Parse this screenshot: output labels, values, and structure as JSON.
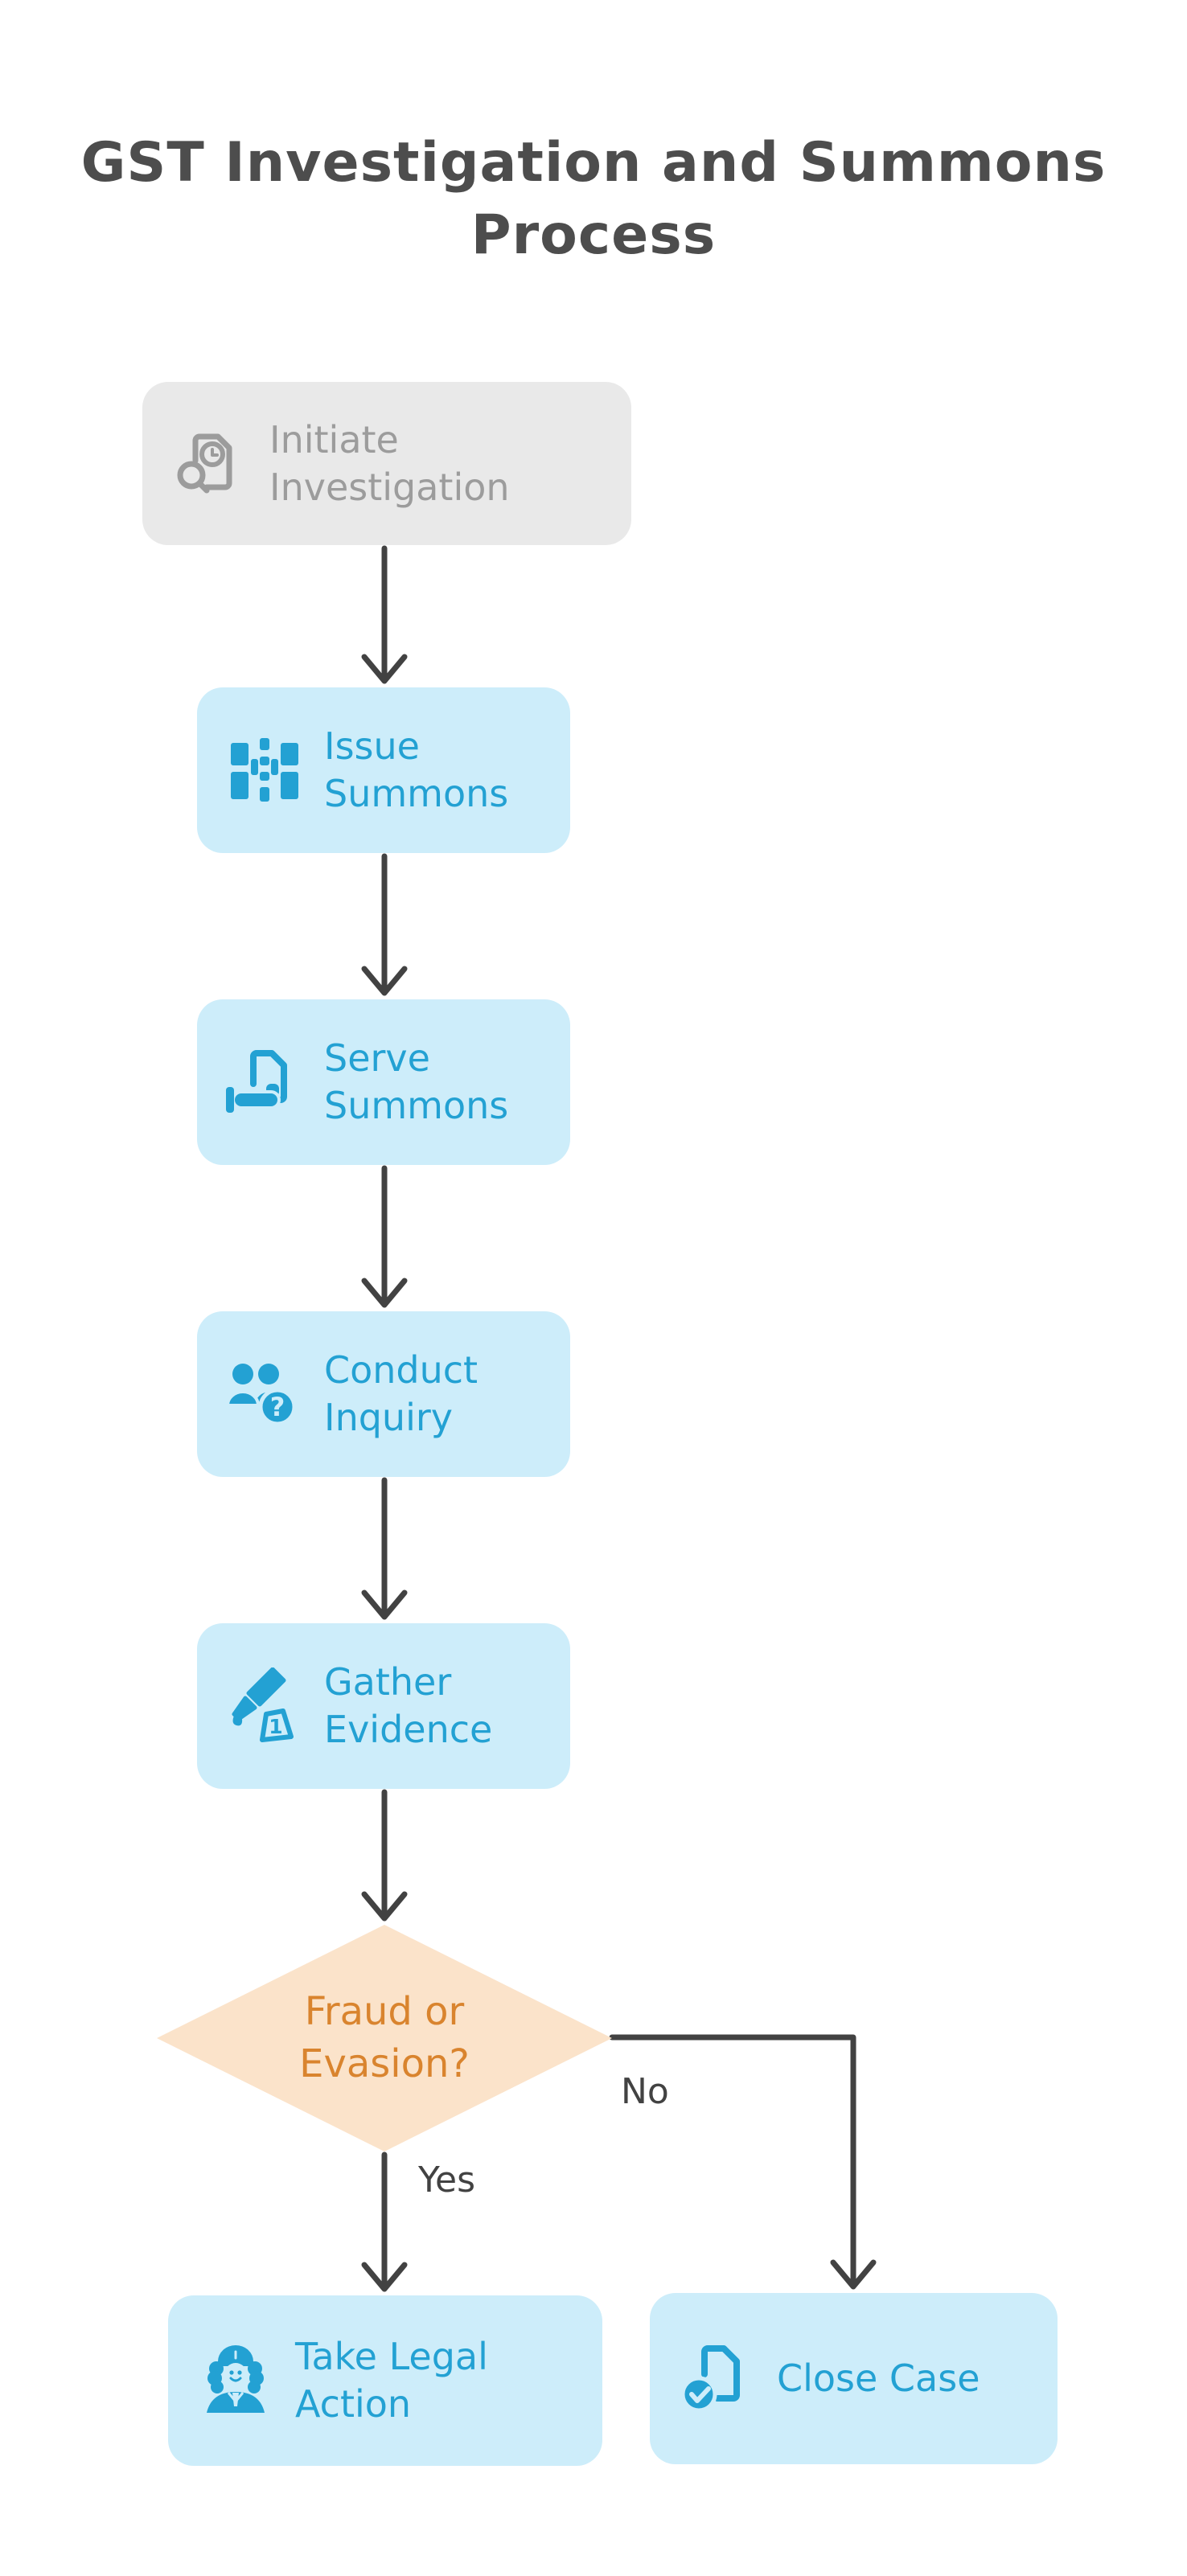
{
  "title": "GST Investigation and Summons Process",
  "colors": {
    "blue_fill": "#CDEDFA",
    "blue_text": "#23A1D3",
    "gray_fill": "#E9E9E9",
    "gray_text": "#9C9C9C",
    "decision_fill": "#FBE3CA",
    "decision_text": "#D9842E",
    "arrow": "#424242",
    "title_text": "#4D4D4D"
  },
  "nodes": [
    {
      "id": "initiate-investigation",
      "label": "Initiate Investigation",
      "icon": "document-clock-magnifier-icon",
      "variant": "gray"
    },
    {
      "id": "issue-summons",
      "label": "Issue Summons",
      "icon": "summons-grid-icon",
      "variant": "blue"
    },
    {
      "id": "serve-summons",
      "label": "Serve Summons",
      "icon": "hand-document-icon",
      "variant": "blue"
    },
    {
      "id": "conduct-inquiry",
      "label": "Conduct Inquiry",
      "icon": "people-question-icon",
      "variant": "blue"
    },
    {
      "id": "gather-evidence",
      "label": "Gather Evidence",
      "icon": "pen-evidence-marker-icon",
      "variant": "blue"
    },
    {
      "id": "take-legal-action",
      "label": "Take Legal Action",
      "icon": "judge-icon",
      "variant": "blue"
    },
    {
      "id": "close-case",
      "label": "Close Case",
      "icon": "document-check-icon",
      "variant": "blue"
    }
  ],
  "decision": {
    "id": "fraud-or-evasion",
    "label": "Fraud or Evasion?"
  },
  "edge_labels": {
    "yes": "Yes",
    "no": "No"
  }
}
